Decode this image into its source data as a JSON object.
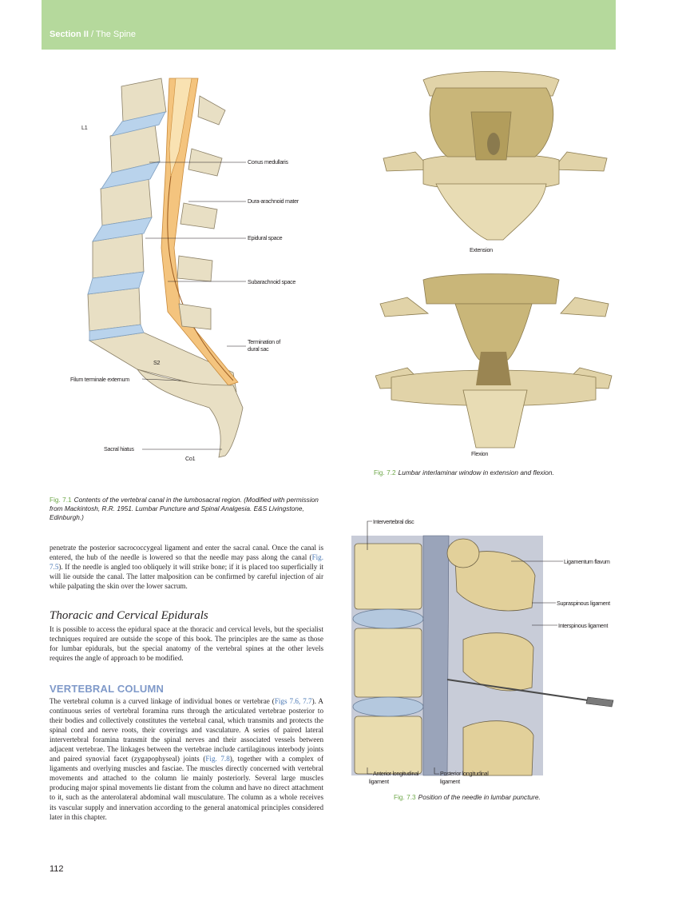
{
  "header": {
    "section": "Section II",
    "separator": " / ",
    "title": "The Spine"
  },
  "fig71": {
    "labels": {
      "l1": "L1",
      "conus": "Conus medullaris",
      "dura": "Dura-arachnoid mater",
      "epidural": "Epidural space",
      "subarachnoid": "Subarachnoid space",
      "termination_1": "Termination of",
      "termination_2": "dural sac",
      "s2": "S2",
      "filum": "Filum terminale externum",
      "sacral_hiatus": "Sacral hiatus",
      "co1": "Co1"
    },
    "caption_num": "Fig. 7.1",
    "caption": "Contents of the vertebral canal in the lumbosacral region. (Modified with permission from Mackintosh, R.R. 1951. Lumbar Puncture and Spinal Analgesia. E&S Livingstone, Edinburgh.)"
  },
  "fig72": {
    "labels": {
      "extension": "Extension",
      "flexion": "Flexion"
    },
    "caption_num": "Fig. 7.2",
    "caption": "Lumbar interlaminar window in extension and flexion."
  },
  "fig73": {
    "labels": {
      "intervertebral_disc": "Intervertebral disc",
      "ligamentum_flavum": "Ligamentum flavum",
      "supraspinous": "Supraspinous ligament",
      "interspinous": "Interspinous ligament",
      "anterior_1": "Anterior longitudinal",
      "anterior_2": "ligament",
      "posterior_1": "Posterior longitudinal",
      "posterior_2": "ligament"
    },
    "caption_num": "Fig. 7.3",
    "caption": "Position of the needle in lumbar puncture."
  },
  "body": {
    "p1_a": "penetrate the posterior sacrococcygeal ligament and enter the sacral canal. Once the canal is entered, the hub of the needle is lowered so that the needle may pass along the canal (",
    "p1_ref": "Fig. 7.5",
    "p1_b": "). If the needle is angled too obliquely it will strike bone; if it is placed too superficially it will lie outside the canal. The latter malposition can be confirmed by careful injection of air while palpating the skin over the lower sacrum.",
    "h_thoracic": "Thoracic and Cervical Epidurals",
    "p2": "It is possible to access the epidural space at the thoracic and cervical levels, but the specialist techniques required are outside the scope of this book. The principles are the same as those for lumbar epidurals, but the special anatomy of the vertebral spines at the other levels requires the angle of approach to be modified.",
    "h_vertebral": "VERTEBRAL COLUMN",
    "p3_a": "The vertebral column is a curved linkage of individual bones or vertebrae (",
    "p3_ref1": "Figs 7.6, 7.7",
    "p3_b": "). A continuous series of vertebral foramina runs through the articulated vertebrae posterior to their bodies and collectively constitutes the vertebral canal, which transmits and protects the spinal cord and nerve roots, their coverings and vasculature. A series of paired lateral intervertebral foramina transmit the spinal nerves and their associated vessels between adjacent vertebrae. The linkages between the vertebrae include cartilaginous interbody joints and paired synovial facet (zygapophyseal) joints (",
    "p3_ref2": "Fig. 7.8",
    "p3_c": "), together with a complex of ligaments and overlying muscles and fasciae. The muscles directly concerned with vertebral movements and attached to the column lie mainly posteriorly. Several large muscles producing major spinal movements lie distant from the column and have no direct attachment to it, such as the anterolateral abdominal wall musculature. The column as a whole receives its vascular supply and innervation according to the general anatomical principles considered later in this chapter."
  },
  "page_number": "112",
  "colors": {
    "header": "#b5d99c",
    "fig_number": "#6fa84a",
    "heading_blue": "#7f99c9",
    "bone": "#e8dfc4",
    "disc": "#b9d3ec",
    "dura": "#f4c47e"
  }
}
